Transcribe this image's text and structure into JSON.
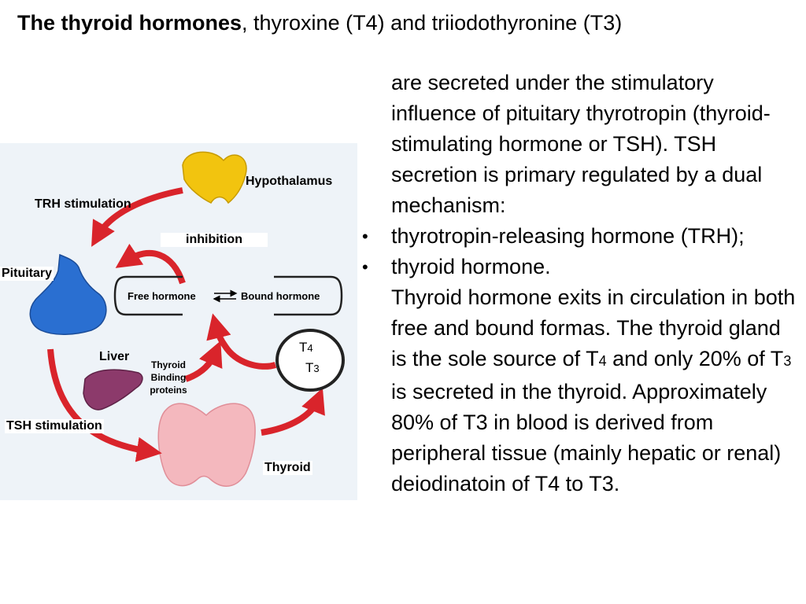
{
  "title": {
    "bold": "The thyroid hormones",
    "rest": ", thyroxine (T4) and triiodothyronine (T3)"
  },
  "body": {
    "intro": "are secreted under the stimulatory influence of pituitary thyrotropin (thyroid-stimulating hormone or TSH). TSH secretion is primary regulated by a dual mechanism:",
    "bullet_marker": "•",
    "bullets": [
      "thyrotropin-releasing hormone (TRH);",
      "thyroid hormone."
    ],
    "para2_a": "Thyroid hormone exits in circulation in both free and bound formas. The thyroid gland is the sole source of T",
    "sub4": "4",
    "para2_b": " and only 20% of T",
    "sub3": "3",
    "para2_c": " is secreted in the thyroid. Approximately 80% of T3 in blood is derived from peripheral tissue (mainly hepatic or renal) deiodinatoin of T4 to T3."
  },
  "diagram": {
    "hypothalamus": "Hypothalamus",
    "trh_stimulation": "TRH stimulation",
    "inhibition": "inhibition",
    "pituitary": "Pituitary",
    "free_hormone": "Free hormone",
    "bound_hormone": "Bound hormone",
    "t4_main": "T",
    "t4_sub": "4",
    "t3_main": "T",
    "t3_sub": "3",
    "liver": "Liver",
    "tbp_1": "Thyroid",
    "tbp_2": "Binding",
    "tbp_3": "proteins",
    "tsh_stimulation": "TSH stimulation",
    "thyroid": "Thyroid"
  },
  "colors": {
    "arrow_red": "#d9242b",
    "hypothalamus_yellow": "#f2c40f",
    "pituitary_blue": "#2a6fd1",
    "liver_purple": "#8c3a6b",
    "thyroid_pink": "#f4b8be"
  }
}
